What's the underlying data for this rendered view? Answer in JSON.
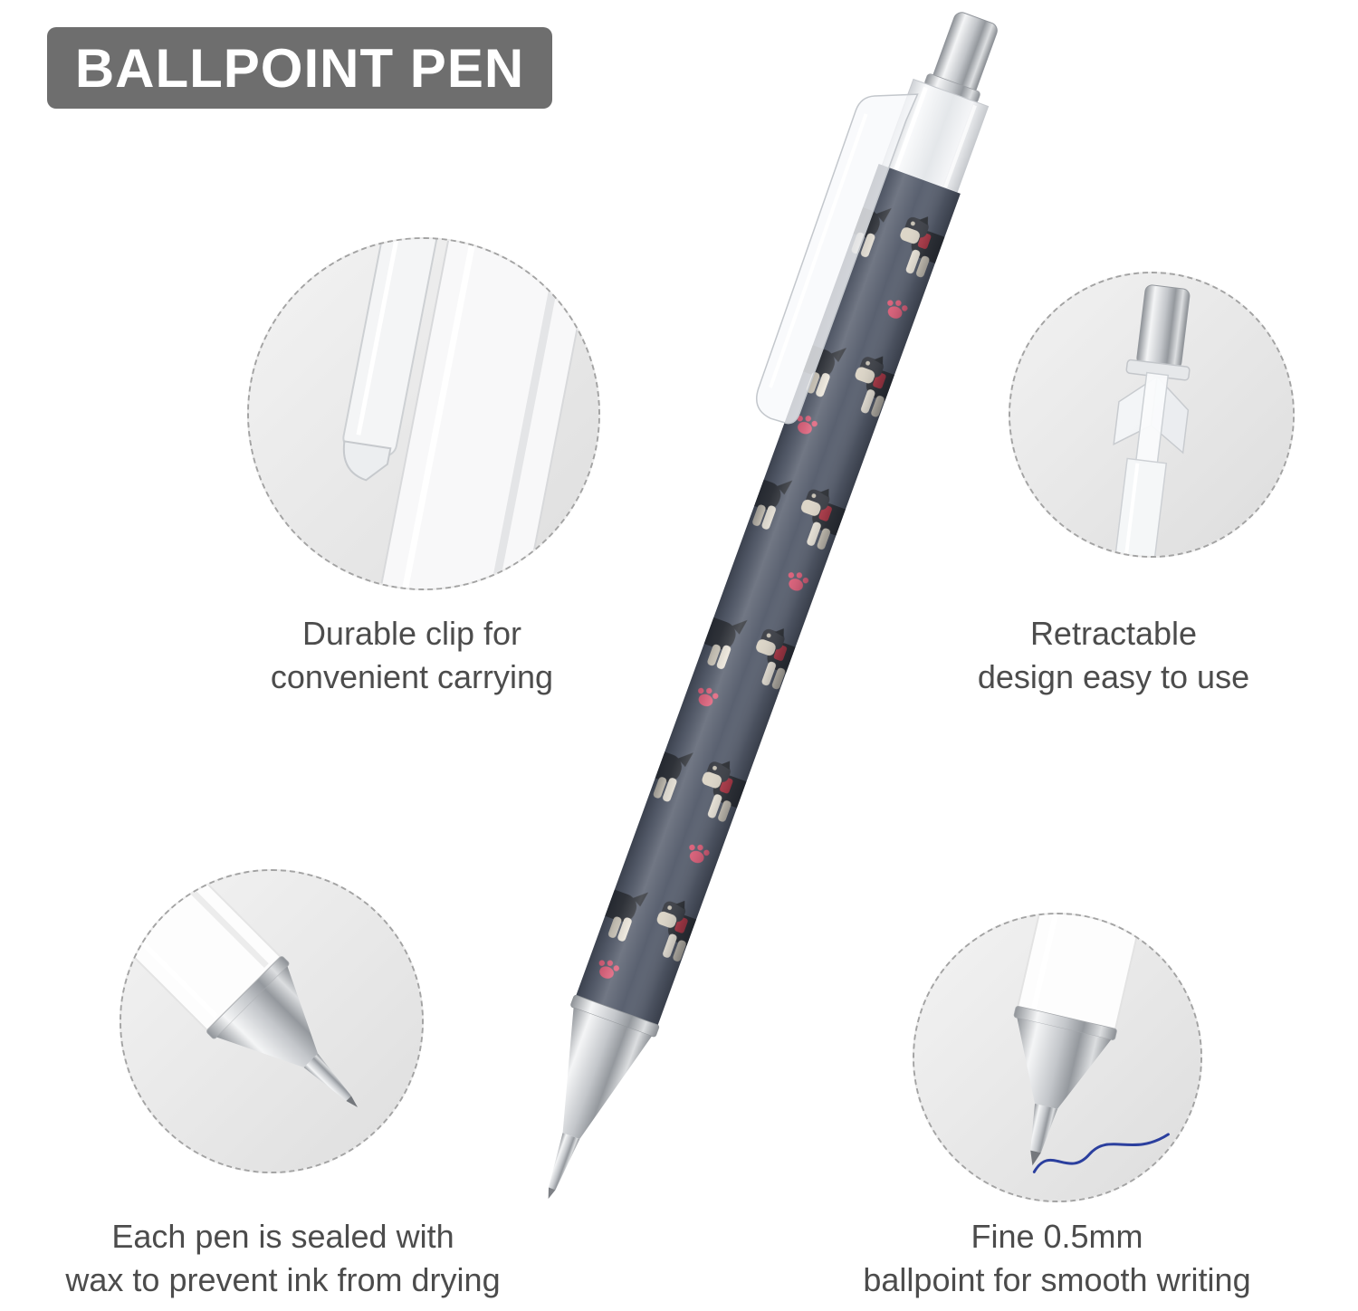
{
  "banner": {
    "label": "BALLPOINT PEN",
    "bg_color": "#6e6e6e",
    "text_color": "#ffffff"
  },
  "pen": {
    "barrel_color": "#5a6170",
    "paw_color": "#e0607a",
    "collar_color": "#b23a48",
    "ink_color": "#2b3f9e"
  },
  "callouts": [
    {
      "id": "clip",
      "lines": [
        "Durable clip for",
        "convenient carrying"
      ]
    },
    {
      "id": "retractable",
      "lines": [
        "Retractable",
        "design easy to use"
      ]
    },
    {
      "id": "wax-seal",
      "lines": [
        "Each pen is sealed with",
        "wax to prevent ink from drying"
      ]
    },
    {
      "id": "fine-tip",
      "lines": [
        "Fine 0.5mm",
        "ballpoint for smooth writing"
      ]
    }
  ],
  "colors": {
    "caption_text": "#4c4c4c",
    "circle_border": "#a3a3a3",
    "page_bg": "#ffffff"
  }
}
